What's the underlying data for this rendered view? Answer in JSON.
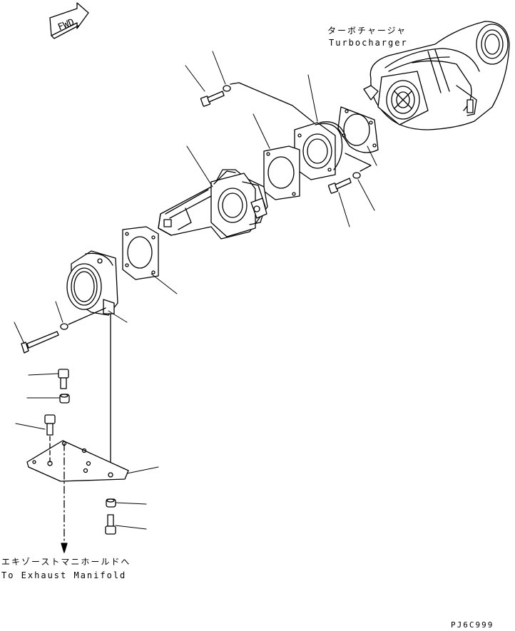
{
  "fwd_label": "FWD",
  "turbocharger": {
    "label_jp": "ターボチャージャ",
    "label_en": "Turbocharger"
  },
  "exhaust_manifold": {
    "label_jp": "エキゾーストマニホールドへ",
    "label_en": "To Exhaust Manifold"
  },
  "diagram_code": "PJ6C999"
}
